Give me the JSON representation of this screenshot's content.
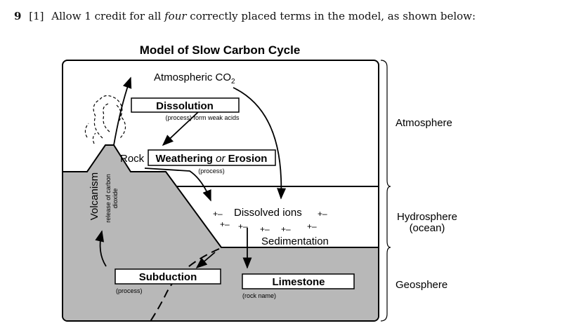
{
  "question": {
    "number": "9",
    "points": "[1]",
    "text_before": "Allow 1 credit for all ",
    "text_emphasis": "four",
    "text_after": " correctly placed terms in the model, as shown below:"
  },
  "diagram": {
    "title": "Model of Slow Carbon Cycle",
    "atmospheric_co2": {
      "base": "Atmospheric CO",
      "sub": "2"
    },
    "dissolution": {
      "answer": "Dissolution",
      "caption": "(process) form weak acids"
    },
    "weathering": {
      "prefix": "Rock",
      "answer_a": "Weathering ",
      "answer_or": "or",
      "answer_b": " Erosion",
      "caption": "(process)"
    },
    "volcanism": "Volcanism",
    "release": {
      "line1": "release of carbon",
      "line2": "dioxide"
    },
    "dissolved_ions": "Dissolved ions",
    "ion_symbol": "+–",
    "sedimentation": "Sedimentation",
    "subduction": {
      "answer": "Subduction",
      "caption": "(process)"
    },
    "limestone": {
      "answer": "Limestone",
      "caption": "(rock name)"
    },
    "spheres": {
      "atmosphere": "Atmosphere",
      "hydrosphere": "Hydrosphere",
      "hydrosphere_sub": "(ocean)",
      "geosphere": "Geosphere"
    }
  }
}
